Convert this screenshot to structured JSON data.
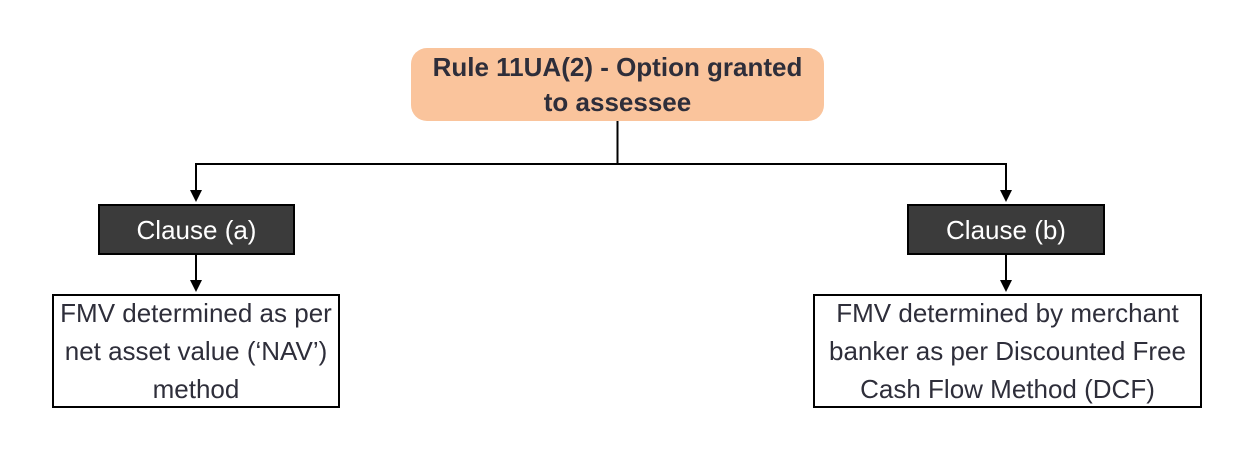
{
  "diagram": {
    "type": "flowchart",
    "nodes": {
      "root": {
        "label": "Rule 11UA(2) - Option granted to assessee"
      },
      "clause_a": {
        "label": "Clause (a)"
      },
      "clause_b": {
        "label": "Clause (b)"
      },
      "leaf_a": {
        "label": "FMV determined as per net asset value (‘NAV’) method"
      },
      "leaf_b": {
        "label": "FMV determined by merchant banker as per Discounted Free Cash Flow Method (DCF)"
      }
    },
    "edges": [
      {
        "from": "root",
        "to": "clause_a"
      },
      {
        "from": "root",
        "to": "clause_b"
      },
      {
        "from": "clause_a",
        "to": "leaf_a"
      },
      {
        "from": "clause_b",
        "to": "leaf_b"
      }
    ],
    "colors": {
      "background": "#FFFFFF",
      "root_fill": "#FAC49C",
      "root_text": "#2E2E3A",
      "clause_fill": "#3B3B3B",
      "clause_border": "#000000",
      "clause_text": "#FFFFFF",
      "leaf_fill": "#FFFFFF",
      "leaf_border": "#000000",
      "leaf_text": "#2E2E3A",
      "connector": "#000000"
    }
  }
}
